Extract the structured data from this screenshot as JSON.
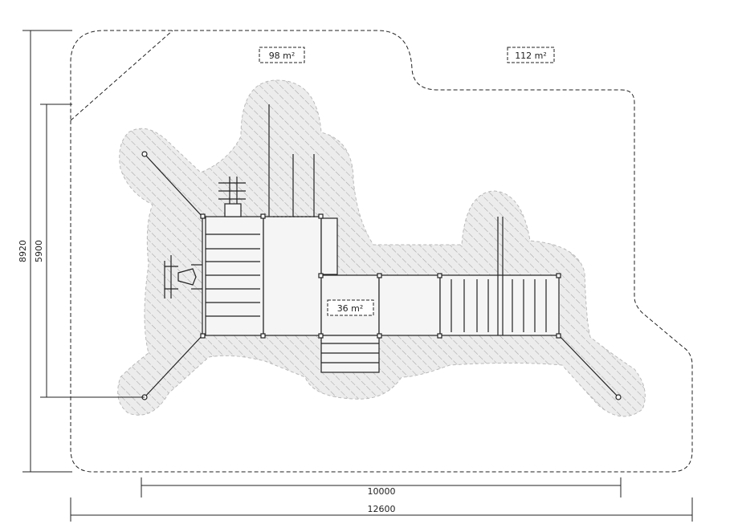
{
  "areas": {
    "area_left": "98 m²",
    "area_right": "112 m²",
    "area_center": "36 m²"
  },
  "dimensions": {
    "height_outer": "8920",
    "height_inner": "5900",
    "width_inner": "10000",
    "width_outer": "12600"
  },
  "colors": {
    "line": "#222222",
    "hatch": "#9a9a9a",
    "zone_fill": "#e9e9e9",
    "background": "#ffffff"
  }
}
